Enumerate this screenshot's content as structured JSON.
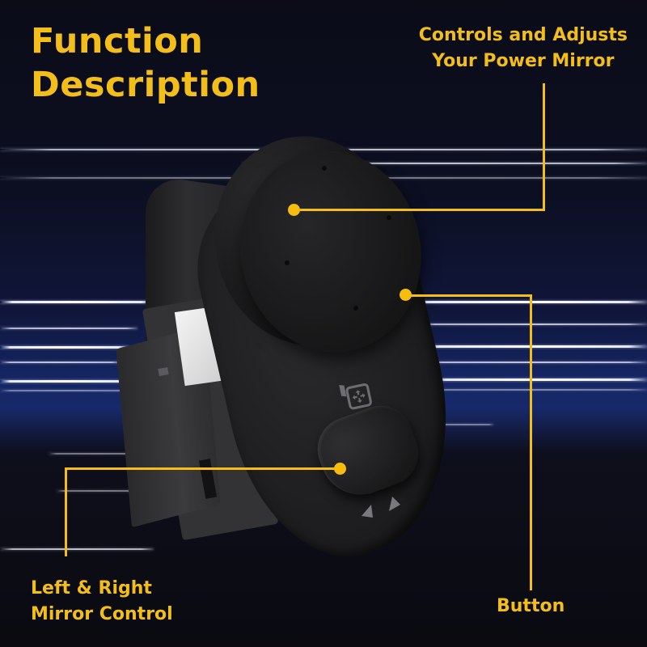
{
  "header": {
    "title_line1": "Function",
    "title_line2": "Description"
  },
  "callouts": {
    "top_right": {
      "line1": "Controls and Adjusts",
      "line2": "Your Power Mirror"
    },
    "bottom_left": {
      "line1": "Left & Right",
      "line2": "Mirror Control"
    },
    "bottom_right": {
      "label": "Button"
    }
  },
  "product": {
    "name": "power-mirror-switch",
    "icons": [
      "mirror-adjust-icon",
      "left-arrow-icon",
      "right-arrow-icon"
    ]
  },
  "colors": {
    "accent": "#f3be1a",
    "background_dark": "#0b0c17",
    "background_blue": "#17296a",
    "product_body": "#1e1e20"
  }
}
